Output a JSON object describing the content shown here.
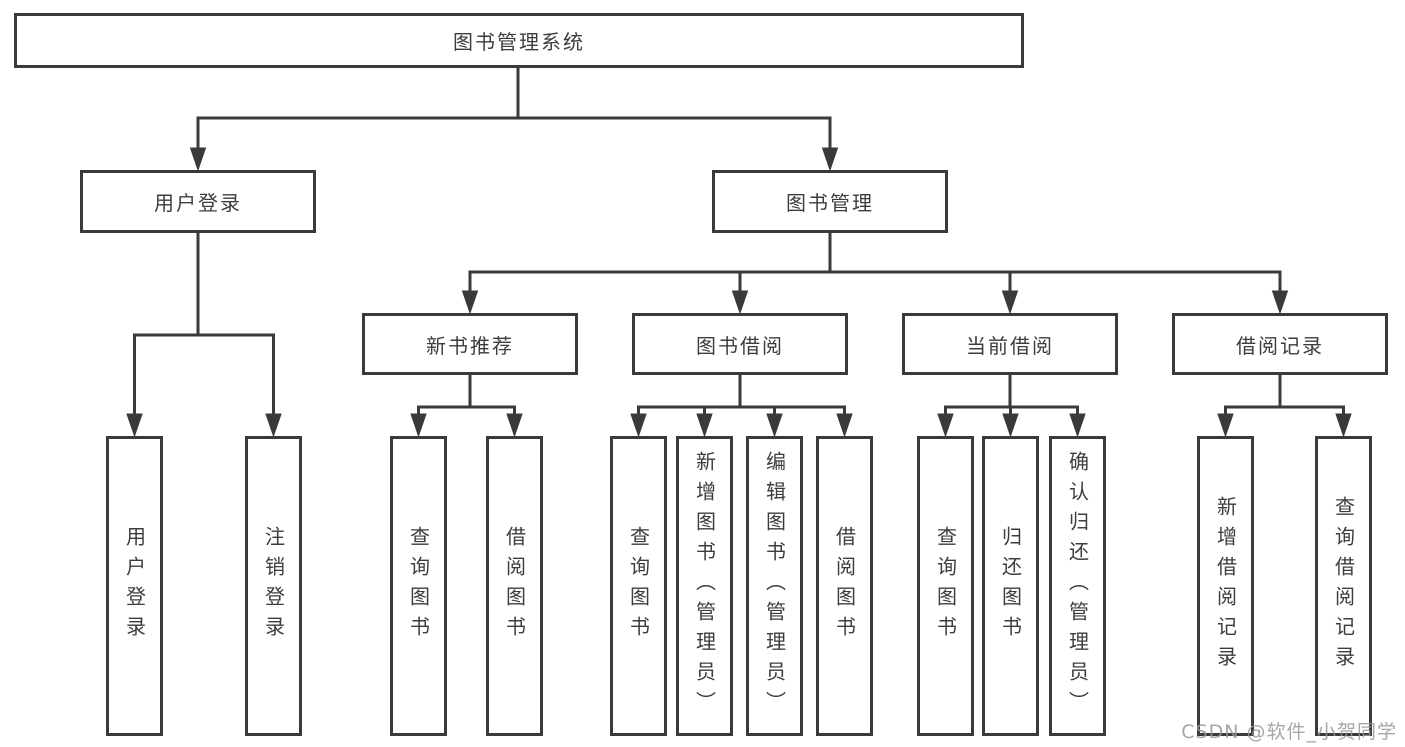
{
  "diagram": {
    "root": {
      "label": "图书管理系统"
    },
    "branches": [
      {
        "label": "用户登录",
        "children": [
          {
            "label": "用户登录"
          },
          {
            "label": "注销登录"
          }
        ]
      },
      {
        "label": "图书管理",
        "children": [
          {
            "label": "新书推荐",
            "children": [
              {
                "label": "查询图书"
              },
              {
                "label": "借阅图书"
              }
            ]
          },
          {
            "label": "图书借阅",
            "children": [
              {
                "label": "查询图书"
              },
              {
                "label": "新增图书（管理员）"
              },
              {
                "label": "编辑图书（管理员）"
              },
              {
                "label": "借阅图书"
              }
            ]
          },
          {
            "label": "当前借阅",
            "children": [
              {
                "label": "查询图书"
              },
              {
                "label": "归还图书"
              },
              {
                "label": "确认归还（管理员）"
              }
            ]
          },
          {
            "label": "借阅记录",
            "children": [
              {
                "label": "新增借阅记录"
              },
              {
                "label": "查询借阅记录"
              }
            ]
          }
        ]
      }
    ]
  },
  "watermark": {
    "text": "CSDN @软件_小贺同学"
  },
  "colors": {
    "line": "#3a3a3a",
    "box_border": "#3a3a3a",
    "text": "#3d3d3d",
    "watermark": "#969696",
    "background": "#ffffff"
  }
}
